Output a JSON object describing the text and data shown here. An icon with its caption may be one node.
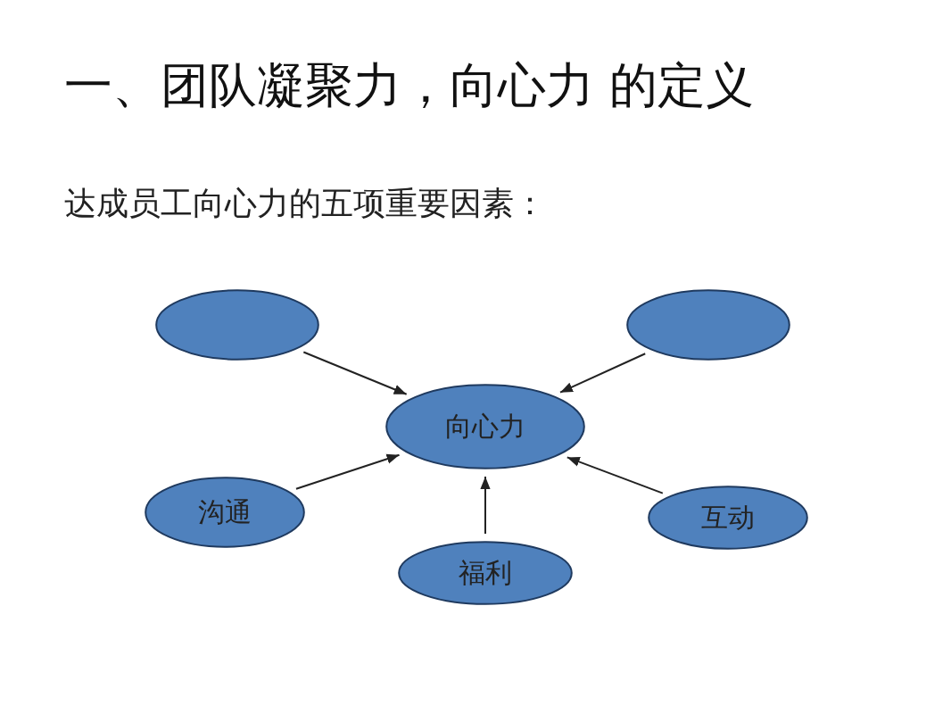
{
  "diagram": {
    "title": "一、团队凝聚力，向心力 的定义",
    "labels": [
      "达成员工向心力的五项重要因素："
    ],
    "nodes": [
      {
        "text": [],
        "shape": "ellipse"
      },
      {
        "text": [],
        "shape": "ellipse"
      },
      {
        "text": [
          "向心力"
        ]
      },
      {
        "text": [
          "沟通"
        ]
      },
      {
        "text": [
          "互动"
        ]
      },
      {
        "text": [
          "福利"
        ]
      }
    ],
    "edges": [
      {
        "from": 0,
        "to": 2,
        "arrow": "to"
      },
      {
        "from": 1,
        "to": 2,
        "arrow": "to"
      },
      {
        "from": 3,
        "to": 2,
        "arrow": "to"
      },
      {
        "from": 5,
        "to": 2,
        "arrow": "to"
      },
      {
        "from": 4,
        "to": 2,
        "arrow": "to"
      }
    ]
  }
}
